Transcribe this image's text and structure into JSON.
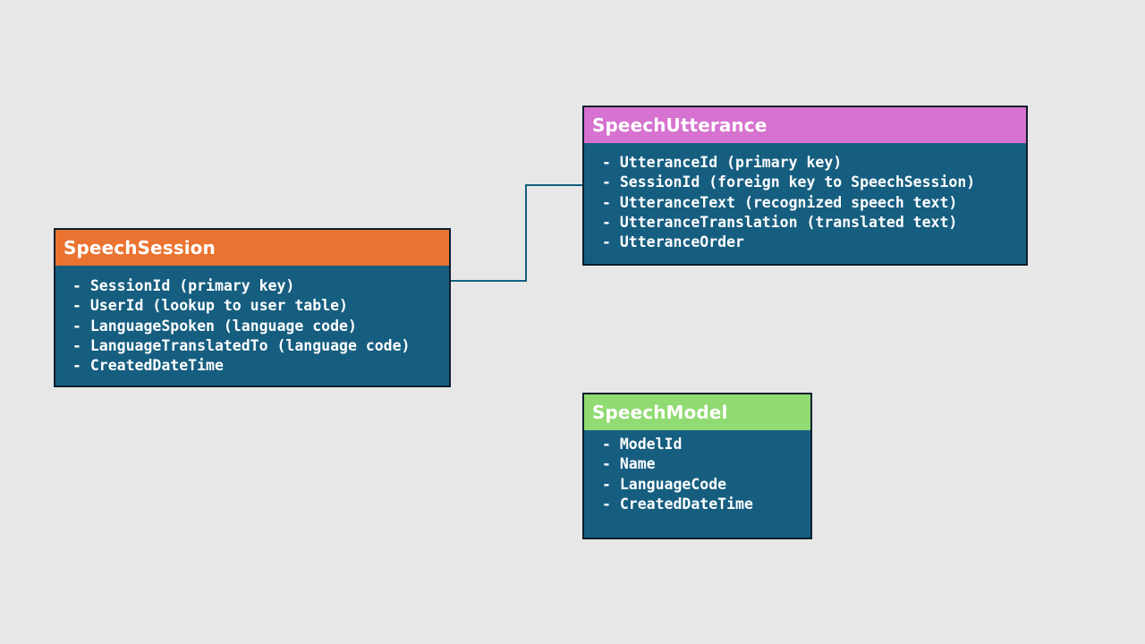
{
  "diagram": {
    "entities": [
      {
        "id": "session",
        "title": "SpeechSession",
        "header_color": "#ea7331",
        "fields": [
          "- SessionId (primary key)",
          "- UserId (lookup to user table)",
          "- LanguageSpoken (language code)",
          "- LanguageTranslatedTo (language code)",
          "- CreatedDateTime"
        ]
      },
      {
        "id": "utterance",
        "title": "SpeechUtterance",
        "header_color": "#d672cf",
        "fields": [
          "- UtteranceId (primary key)",
          "- SessionId (foreign key to SpeechSession)",
          "- UtteranceText (recognized speech text)",
          "- UtteranceTranslation (translated text)",
          "- UtteranceOrder"
        ]
      },
      {
        "id": "model",
        "title": "SpeechModel",
        "header_color": "#90db72",
        "fields": [
          "- ModelId",
          "- Name",
          "- LanguageCode",
          "- CreatedDateTime"
        ]
      }
    ],
    "relations": [
      {
        "from": "SpeechSession",
        "to": "SpeechUtterance"
      }
    ],
    "colors": {
      "background": "#e7e7e7",
      "entity_body": "#165e80",
      "connector": "#165e80"
    }
  }
}
